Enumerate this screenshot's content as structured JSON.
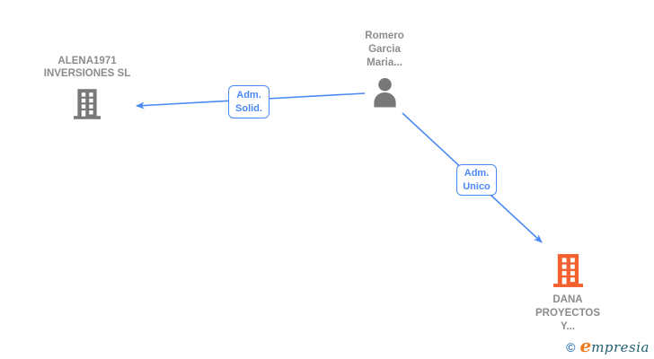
{
  "canvas": {
    "colors": {
      "accent-blue": "#4a89f5",
      "text-gray": "#8c8c8c",
      "icon-gray": "#787878",
      "icon-orange": "#f4612e",
      "logo-copyright-blue": "#3779b9",
      "logo-orange": "#ee7b1e",
      "logo-teal": "#215f6e",
      "background": "#ffffff"
    }
  },
  "nodes": {
    "alena": {
      "type": "company",
      "icon": "building-icon",
      "lines": [
        "ALENA1971",
        "INVERSIONES SL"
      ]
    },
    "romero": {
      "type": "person",
      "icon": "person-icon",
      "lines": [
        "Romero",
        "Garcia",
        "Maria..."
      ]
    },
    "dana": {
      "type": "company",
      "icon": "building-icon",
      "lines": [
        "DANA",
        "PROYECTOS",
        "Y..."
      ]
    }
  },
  "edges": [
    {
      "id": "adm-solid",
      "from": "romero",
      "to": "alena",
      "lines": [
        "Adm.",
        "Solid."
      ]
    },
    {
      "id": "adm-unico",
      "from": "romero",
      "to": "dana",
      "lines": [
        "Adm.",
        "Unico"
      ]
    }
  ],
  "footer": {
    "copyright_symbol": "©",
    "brand_initial": "e",
    "brand_rest": "mpresia"
  }
}
